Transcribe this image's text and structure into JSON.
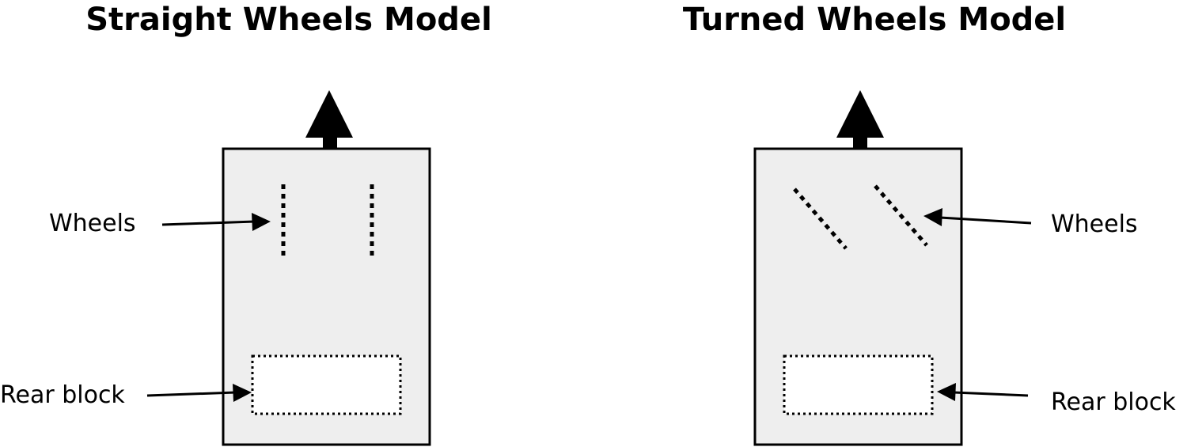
{
  "left_model": {
    "title": "Straight Wheels Model",
    "wheels_label": "Wheels",
    "rear_label": "Rear block"
  },
  "right_model": {
    "title": "Turned Wheels Model",
    "wheels_label": "Wheels",
    "rear_label": "Rear block"
  },
  "colors": {
    "body_fill": "#eeeeee",
    "stroke": "#000000"
  }
}
